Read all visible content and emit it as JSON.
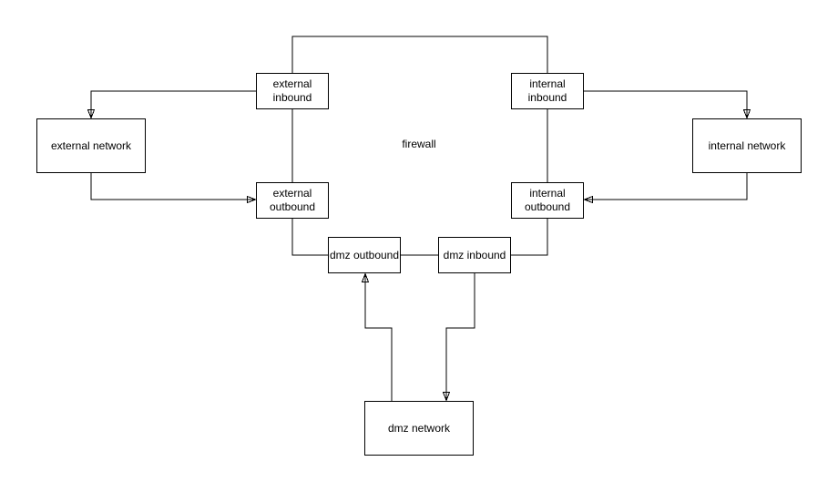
{
  "diagram": {
    "firewall_label": "firewall",
    "colors": {
      "background": "#ffffff",
      "node_fill": "#ffffff",
      "stroke": "#000000",
      "text": "#000000"
    },
    "nodes": {
      "external_inbound": {
        "label": "external inbound"
      },
      "internal_inbound": {
        "label": "internal inbound"
      },
      "external_network": {
        "label": "external network"
      },
      "internal_network": {
        "label": "internal network"
      },
      "external_outbound": {
        "label": "external outbound"
      },
      "internal_outbound": {
        "label": "internal outbound"
      },
      "dmz_outbound": {
        "label": "dmz outbound"
      },
      "dmz_inbound": {
        "label": "dmz inbound"
      },
      "dmz_network": {
        "label": "dmz network"
      }
    },
    "edges": [
      {
        "from": "external_inbound",
        "to": "internal_inbound",
        "arrow": false
      },
      {
        "from": "external_inbound",
        "to": "external_network",
        "arrow": true
      },
      {
        "from": "external_network",
        "to": "external_outbound",
        "arrow": true
      },
      {
        "from": "external_inbound",
        "to": "external_outbound",
        "arrow": false
      },
      {
        "from": "internal_inbound",
        "to": "internal_network",
        "arrow": true
      },
      {
        "from": "internal_network",
        "to": "internal_outbound",
        "arrow": true
      },
      {
        "from": "internal_inbound",
        "to": "internal_outbound",
        "arrow": false
      },
      {
        "from": "external_outbound",
        "to": "dmz_outbound",
        "arrow": false
      },
      {
        "from": "internal_outbound",
        "to": "dmz_inbound",
        "arrow": false
      },
      {
        "from": "dmz_outbound",
        "to": "dmz_inbound",
        "arrow": false
      },
      {
        "from": "dmz_network",
        "to": "dmz_outbound",
        "arrow": true
      },
      {
        "from": "dmz_inbound",
        "to": "dmz_network",
        "arrow": true
      }
    ]
  }
}
